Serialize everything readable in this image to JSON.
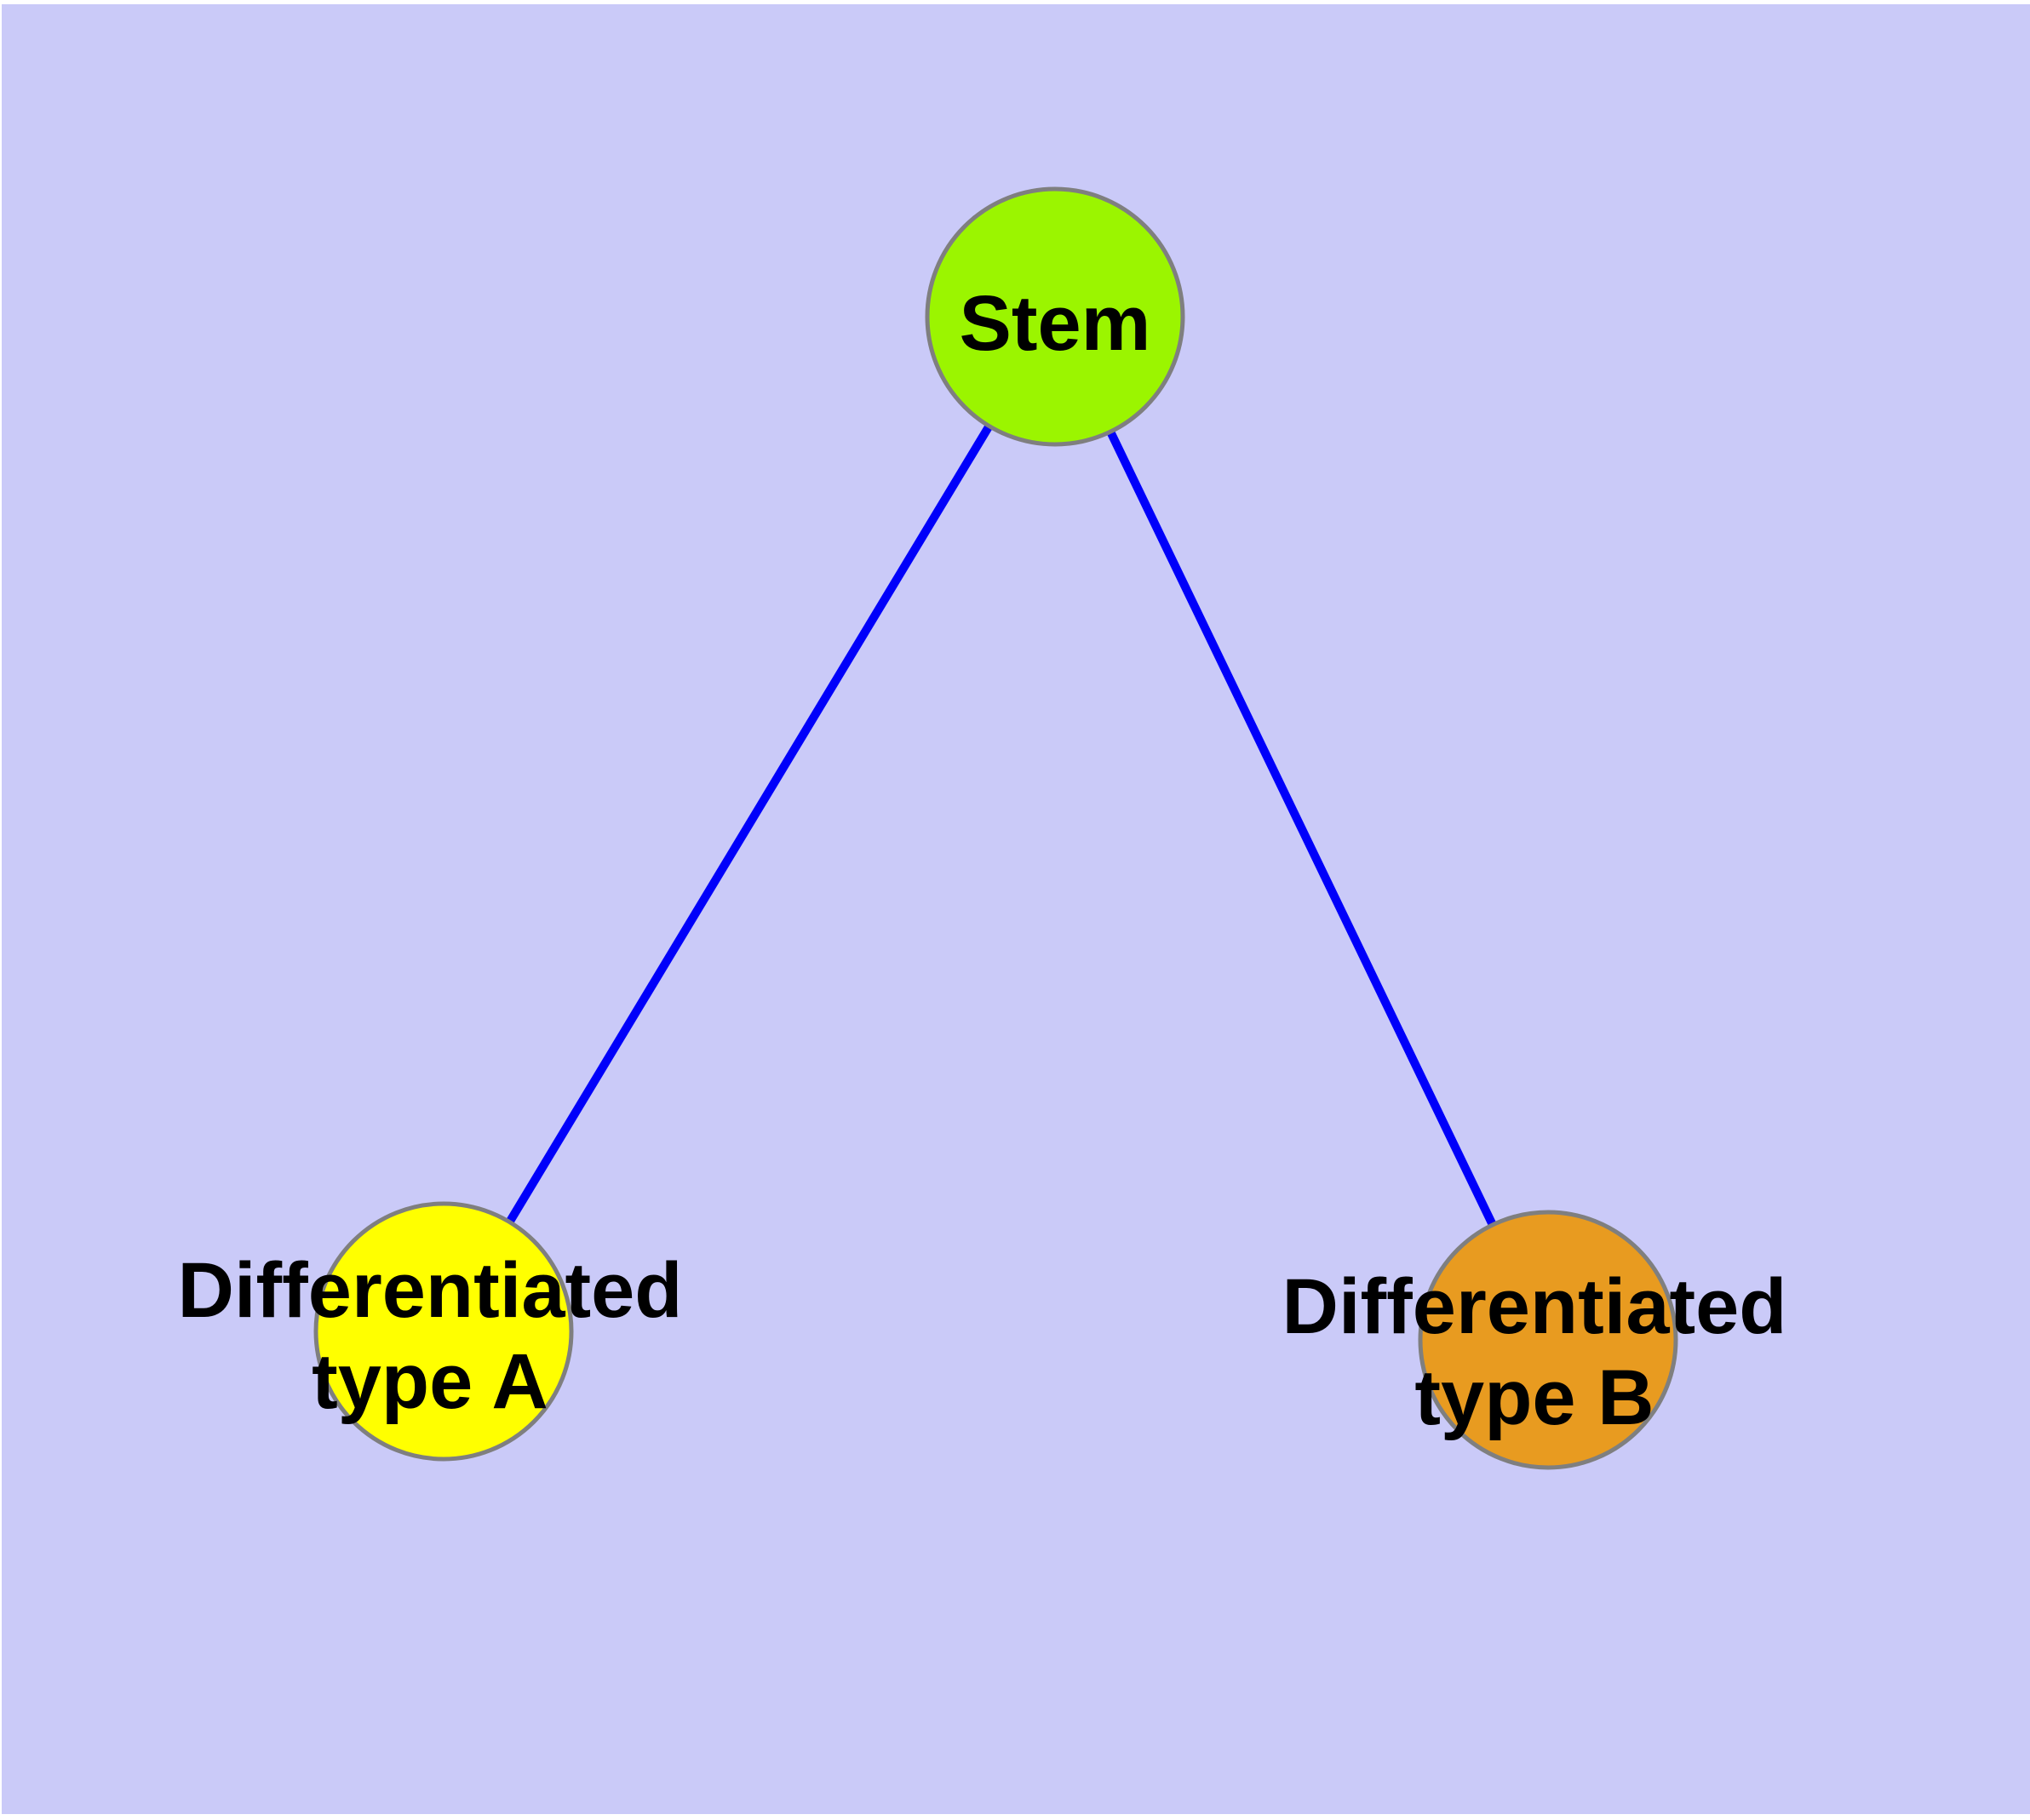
{
  "diagram": {
    "type": "graph",
    "canvas": {
      "page_color": "#ffffff",
      "background_color": "#cacaf8"
    },
    "style": {
      "edge_color": "#0000fa",
      "node_stroke_color": "#7f7f7f",
      "label_color": "#000000"
    },
    "nodes": {
      "stem": {
        "label": "Stem",
        "fill": "#9bf500"
      },
      "diff_a": {
        "label_line1": "Differentiated",
        "label_line2": "type A",
        "fill": "#ffff00"
      },
      "diff_b": {
        "label_line1": "Differentiated",
        "label_line2": "type B",
        "fill": "#e89b20"
      }
    },
    "edges": [
      {
        "from": "Stem",
        "to": "Differentiated type A"
      },
      {
        "from": "Stem",
        "to": "Differentiated type B"
      }
    ]
  }
}
